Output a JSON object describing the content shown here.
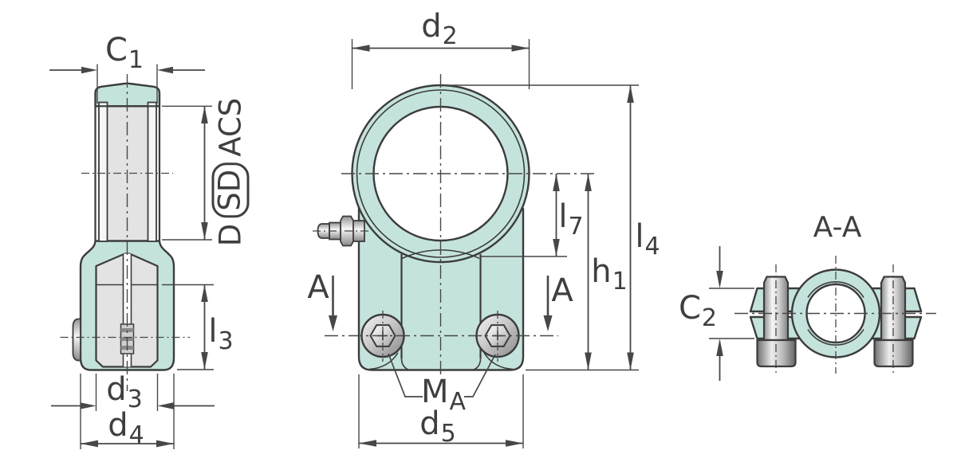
{
  "diagram": {
    "kind": "technical-drawing-rod-end-with-clamping-housing",
    "section_title": "A-A",
    "section_marker": "A",
    "colors": {
      "body_fill": "#c5e3dd",
      "bore_fill": "#e3e3e3",
      "outline": "#3c3c3c",
      "dim_color": "#474747",
      "text_color": "#3f3f3f",
      "paper": "#ffffff"
    },
    "labels": {
      "c1": {
        "main": "C",
        "sub": "1"
      },
      "bore_code": {
        "d": "D",
        "sd": "SD",
        "acs": "ACS"
      },
      "l3": {
        "main": "l",
        "sub": "3"
      },
      "d3": {
        "main": "d",
        "sub": "3"
      },
      "d4": {
        "main": "d",
        "sub": "4"
      },
      "d2": {
        "main": "d",
        "sub": "2"
      },
      "l7": {
        "main": "l",
        "sub": "7"
      },
      "h1": {
        "main": "h",
        "sub": "1"
      },
      "l4": {
        "main": "l",
        "sub": "4"
      },
      "ma": {
        "main": "M",
        "sub": "A"
      },
      "d5": {
        "main": "d",
        "sub": "5"
      },
      "c2": {
        "main": "C",
        "sub": "2"
      }
    }
  }
}
